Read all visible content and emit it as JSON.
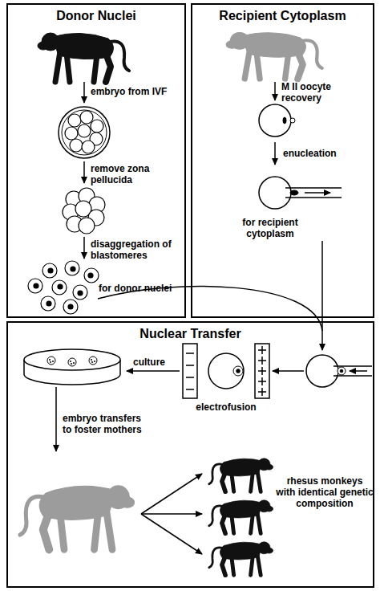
{
  "diagram": {
    "nodes": [
      {
        "text": [
          "Donor Nuclei"
        ]
      },
      {
        "text": [
          "Recipient Cytoplasm"
        ]
      },
      {
        "text": [
          "Nuclear Transfer"
        ]
      }
    ],
    "labels": [
      "embryo from IVF",
      "remove zona pellucida",
      "disaggregation of blastomeres",
      "for donor nuclei",
      "M II oocyte recovery",
      "enucleation",
      "for recipient cytoplasm",
      "culture",
      "electrofusion",
      "embryo transfers to foster mothers",
      "rhesus monkeys with identical genetic composition"
    ]
  }
}
